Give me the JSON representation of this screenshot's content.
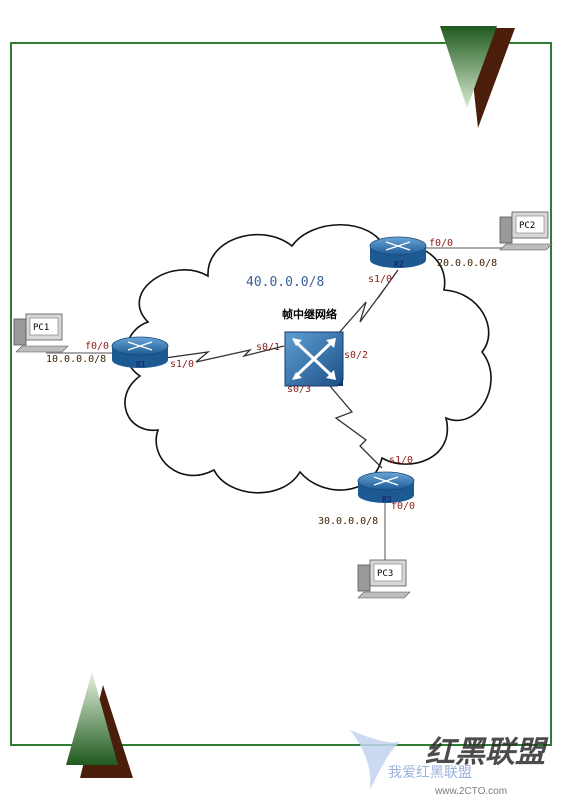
{
  "diagram": {
    "cloud_network": "40.0.0.0/8",
    "frame_relay_label": "帧中继网络",
    "pcs": [
      {
        "name": "PC1"
      },
      {
        "name": "PC2"
      },
      {
        "name": "PC3"
      }
    ],
    "routers": [
      {
        "name": "R1",
        "lan_port": "f0/0",
        "wan_port": "s1/0",
        "lan_network": "10.0.0.0/8"
      },
      {
        "name": "R2",
        "lan_port": "f0/0",
        "wan_port": "s1/0",
        "lan_network": "20.0.0.0/8"
      },
      {
        "name": "R3",
        "lan_port": "f0/0",
        "wan_port": "s1/0",
        "lan_network": "30.0.0.0/8"
      }
    ],
    "switch_ports": {
      "r1": "s0/1",
      "r2": "s0/2",
      "r3": "s0/3"
    }
  },
  "watermark": {
    "brand": "红黑联盟",
    "slogan": "我爱红黑联盟",
    "url": "www.2CTO.com"
  },
  "colors": {
    "frame": "#2e7d32",
    "router": "#2a6fa8",
    "port_label": "#8b1a1a",
    "network_label": "#3a1f00",
    "cloud_label": "#3b5f9e",
    "tri_green": "#2e6b2e",
    "tri_brown": "#5a2a10"
  }
}
